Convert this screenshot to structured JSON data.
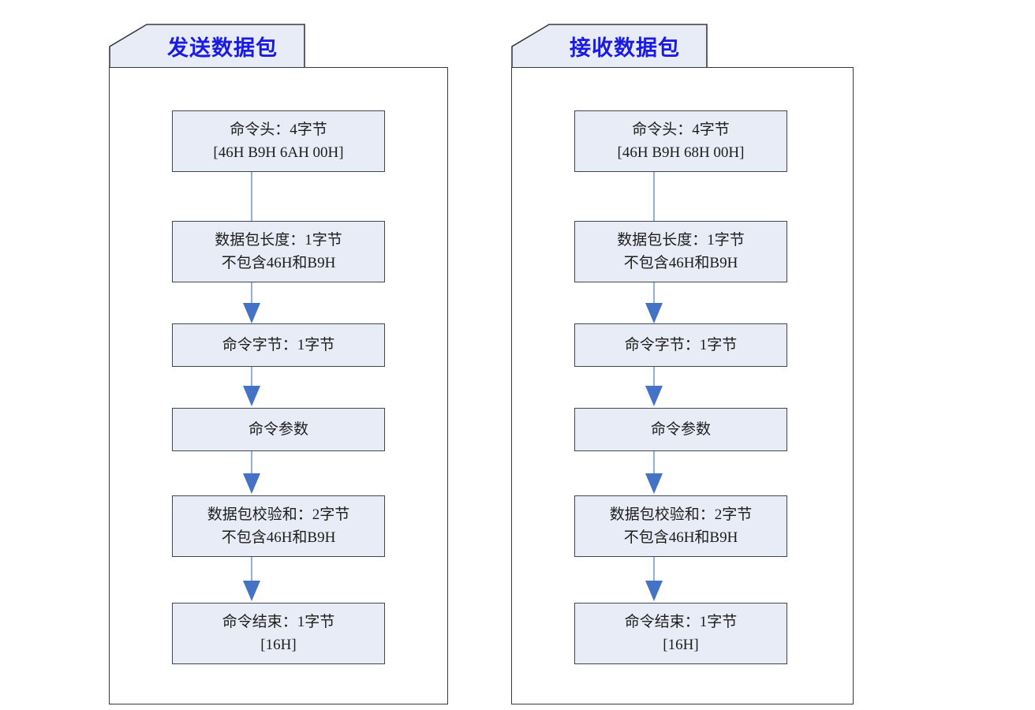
{
  "diagram": {
    "title_color": "#1a1ae3",
    "box_fill": "#e8ecf6",
    "box_border": "#41474f",
    "arrow_color": "#4472c4",
    "panel_border": "#3a3a3e",
    "tab_fill": "#e8ecf6"
  },
  "panels": [
    {
      "id": "send-packet",
      "tab_label": "发送数据包",
      "steps": [
        {
          "line1": "命令头：4字节",
          "line2": "[46H B9H 6AH 00H]"
        },
        {
          "line1": "数据包长度：1字节",
          "line2": "不包含46H和B9H"
        },
        {
          "line1": "命令字节：1字节",
          "line2": ""
        },
        {
          "line1": "命令参数",
          "line2": ""
        },
        {
          "line1": "数据包校验和：2字节",
          "line2": "不包含46H和B9H"
        },
        {
          "line1": "命令结束：1字节",
          "line2": "[16H]"
        }
      ]
    },
    {
      "id": "receive-packet",
      "tab_label": "接收数据包",
      "steps": [
        {
          "line1": "命令头：4字节",
          "line2": "[46H B9H 68H 00H]"
        },
        {
          "line1": "数据包长度：1字节",
          "line2": "不包含46H和B9H"
        },
        {
          "line1": "命令字节：1字节",
          "line2": ""
        },
        {
          "line1": "命令参数",
          "line2": ""
        },
        {
          "line1": "数据包校验和：2字节",
          "line2": "不包含46H和B9H"
        },
        {
          "line1": "命令结束：1字节",
          "line2": "[16H]"
        }
      ]
    }
  ]
}
